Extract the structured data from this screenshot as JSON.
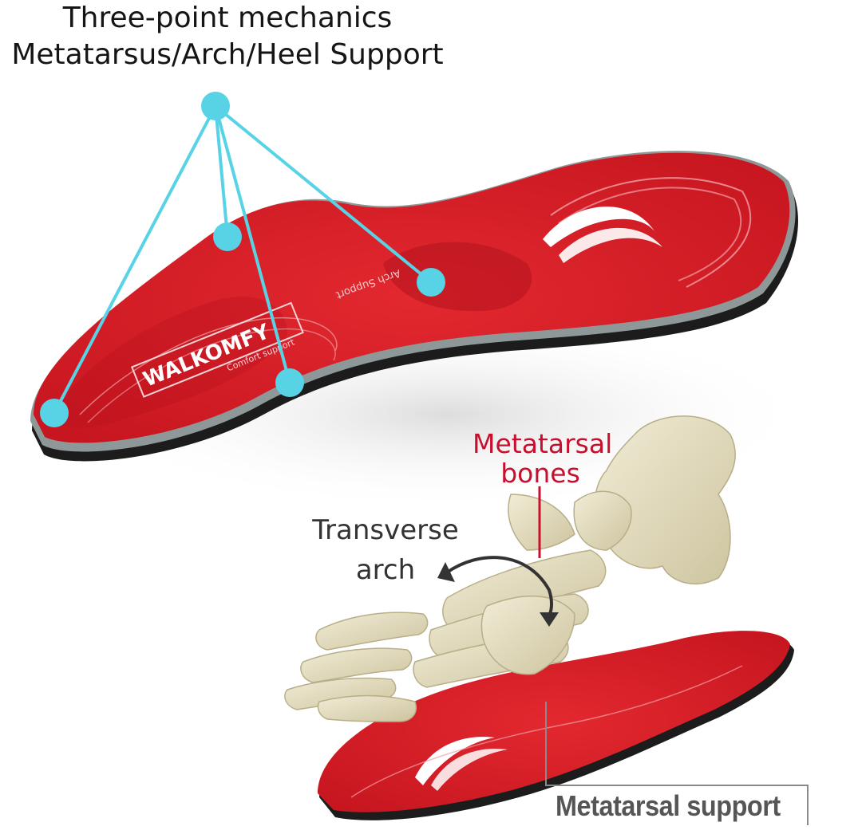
{
  "heading": {
    "line1": "Three-point mechanics",
    "line2": "Metatarsus/Arch/Heel Support"
  },
  "labels": {
    "metatarsal_bones": "Metatarsal bones",
    "metatarsal_bones_line1": "Metatarsal",
    "metatarsal_bones_line2": "bones",
    "transverse_arch_line1": "Transverse",
    "transverse_arch_line2": "arch",
    "metatarsal_support": "Metatarsal support"
  },
  "insole_print": {
    "brand": "WALKOMFY",
    "tagline": "Comfort support",
    "arch_text": "Arch Support"
  },
  "colors": {
    "insole_red": "#d8202c",
    "marker_cyan": "#58d3e6",
    "metatarsal_label_red": "#c8102e",
    "bone": "#e4ddc0"
  }
}
